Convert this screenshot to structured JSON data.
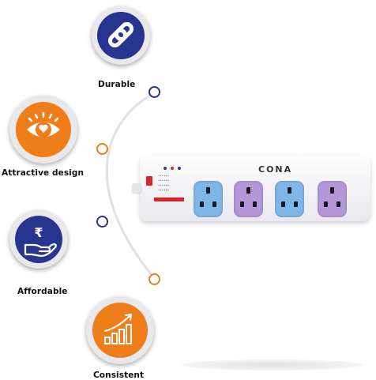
{
  "features": [
    {
      "label": "Durable",
      "icon": "link-icon",
      "color": "#27358f"
    },
    {
      "label": "Attractive design",
      "icon": "eye-heart-icon",
      "color": "#ef7d1a"
    },
    {
      "label": "Affordable",
      "icon": "rupee-hand-icon",
      "color": "#27358f"
    },
    {
      "label": "Consistent",
      "icon": "growth-chart-icon",
      "color": "#ef7d1a"
    }
  ],
  "product": {
    "brand": "CONA",
    "socket_colors": [
      "#7fb6e8",
      "#b497d8",
      "#7fb6e8",
      "#b497d8"
    ],
    "switch_color": "#d8232a",
    "indicator_colors": [
      "#2b3a8f",
      "#d8232a",
      "#2b3a8f"
    ]
  },
  "colors": {
    "navy": "#27358f",
    "orange": "#ef7d1a",
    "arc": "#e1e1e4"
  }
}
